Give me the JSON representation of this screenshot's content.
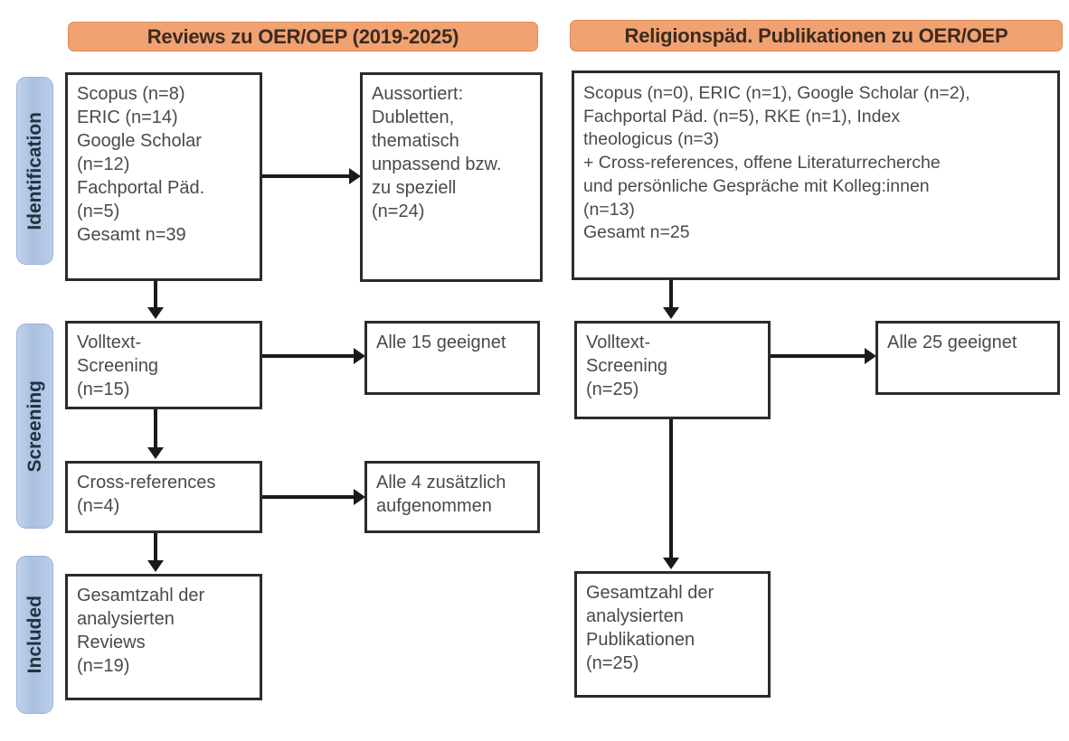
{
  "figure": {
    "type": "prisma-flow-diagram",
    "columns": [
      {
        "id": "left",
        "header": "Reviews zu OER/OEP (2019-2025)"
      },
      {
        "id": "right",
        "header": "Religionspäd. Publikationen zu OER/OEP"
      }
    ],
    "stages": [
      {
        "id": "identification",
        "label": "Identification"
      },
      {
        "id": "screening",
        "label": "Screening"
      },
      {
        "id": "included",
        "label": "Included"
      }
    ],
    "boxes": {
      "identification_left": "Scopus (n=8)\nERIC (n=14)\nGoogle Scholar\n(n=12)\nFachportal Päd.\n(n=5)\nGesamt n=39",
      "excluded_left": "Aussortiert:\nDubletten,\nthematisch\nunpassend bzw.\nzu speziell\n(n=24)",
      "identification_right": "Scopus (n=0), ERIC (n=1), Google Scholar (n=2),\nFachportal Päd. (n=5), RKE (n=1), Index\ntheologicus (n=3)\n+ Cross-references, offene Literaturrecherche\nund persönliche Gespräche mit Kolleg:innen\n(n=13)\nGesamt n=25",
      "screening_left": "Volltext-\nScreening\n(n=15)",
      "screening_left_result": "Alle 15 geeignet",
      "screening_right": "Volltext-\nScreening\n(n=25)",
      "screening_right_result": "Alle 25 geeignet",
      "crossrefs_left": "Cross-references\n(n=4)",
      "crossrefs_left_result": "Alle 4 zusätzlich\naufgenommen",
      "included_left": "Gesamtzahl der\nanalysierten\nReviews\n(n=19)",
      "included_right": "Gesamtzahl der\nanalysierten\nPublikationen\n(n=25)"
    },
    "counts": {
      "left_scopus": 8,
      "left_eric": 14,
      "left_google_scholar": 12,
      "left_fachportal": 5,
      "left_total": 39,
      "left_excluded": 24,
      "left_fulltext_screening": 15,
      "left_fulltext_suitable": 15,
      "left_crossrefs": 4,
      "left_crossrefs_added": 4,
      "left_included": 19,
      "right_scopus": 0,
      "right_eric": 1,
      "right_google_scholar": 2,
      "right_fachportal": 5,
      "right_rke": 1,
      "right_index_theologicus": 3,
      "right_additional": 13,
      "right_total": 25,
      "right_fulltext_screening": 25,
      "right_fulltext_suitable": 25,
      "right_included": 25
    },
    "colors": {
      "header_fill": "#f0a272",
      "header_text": "#3d2a1e",
      "stage_pill_fill": "#b4c8e4",
      "box_border": "#2b2b2b",
      "box_text": "#4a4a4a",
      "connector": "#1a1a1a",
      "background": "#ffffff"
    }
  }
}
